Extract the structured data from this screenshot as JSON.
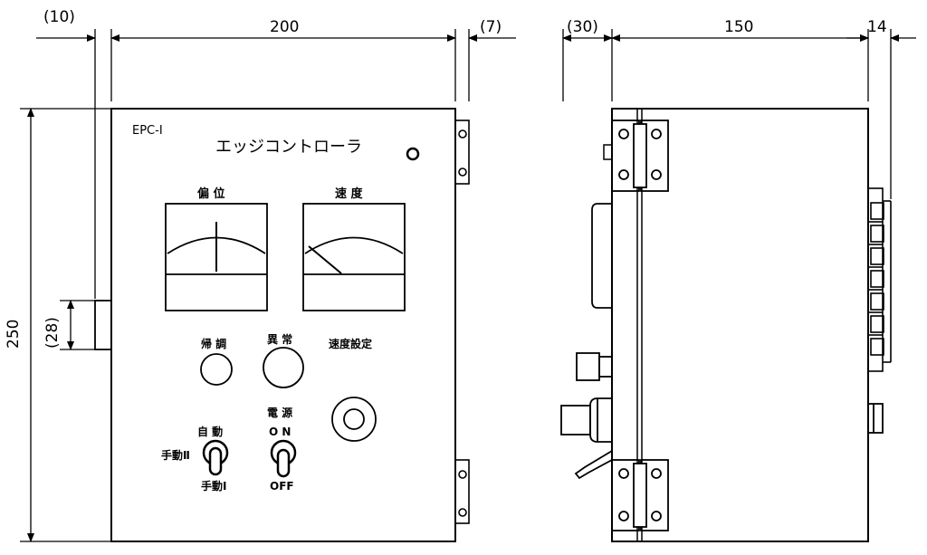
{
  "dimensions": {
    "front_width": "200",
    "front_left_offset": "(10)",
    "front_right_offset": "(7)",
    "front_height": "250",
    "front_side_small": "(28)",
    "side_width": "150",
    "side_left_offset": "(30)",
    "side_right_offset": "14"
  },
  "panel": {
    "model": "EPC-I",
    "title": "エッジコントローラ",
    "meter_left_label": "偏 位",
    "meter_right_label": "速 度",
    "lamp_left_label": "帰 調",
    "lamp_right_label": "異 常",
    "speed_setting_label": "速度設定",
    "power_label": "電 源",
    "on_label": "O N",
    "off_label": "OFF",
    "mode_auto_label": "自 動",
    "mode_manual2_label": "手動Ⅱ",
    "mode_manual1_label": "手動Ⅰ"
  }
}
